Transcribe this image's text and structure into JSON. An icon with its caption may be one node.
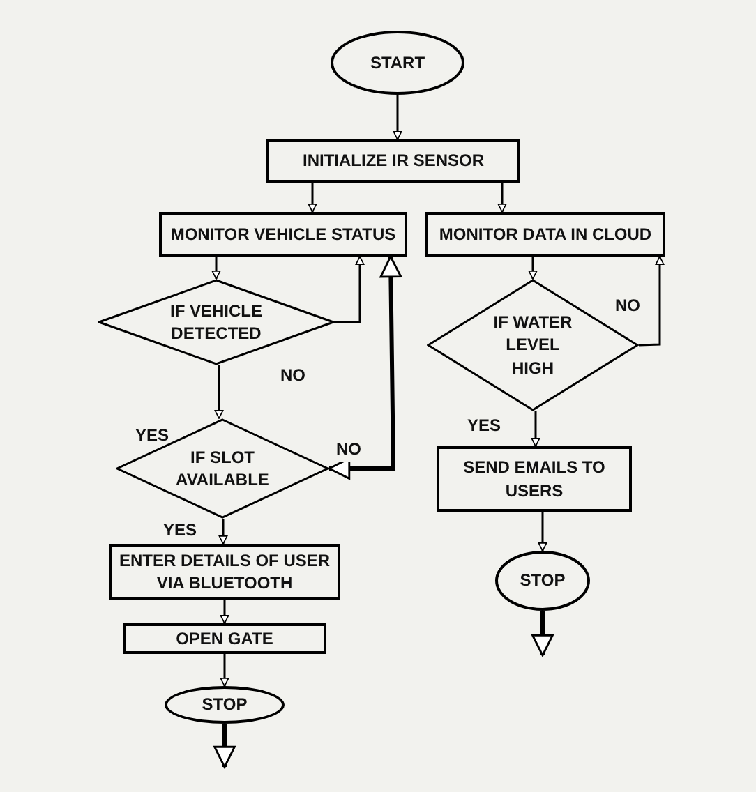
{
  "diagram": {
    "nodes": [
      {
        "text": [
          "START"
        ]
      },
      {
        "text": [
          "INITIALIZE IR SENSOR"
        ]
      },
      {
        "text": [
          "MONITOR VEHICLE STATUS"
        ]
      },
      {
        "text": [
          "MONITOR DATA IN CLOUD"
        ]
      },
      {
        "text": [
          "IF VEHICLE DETECTED"
        ]
      },
      {
        "text": [
          "IF SLOT AVAILABLE"
        ]
      },
      {
        "text": [
          "ENTER DETAILS OF USER VIA BLUETOOTH"
        ]
      },
      {
        "text": [
          "OPEN GATE"
        ]
      },
      {
        "text": [
          "STOP"
        ]
      },
      {
        "text": [
          "IF WATER LEVEL HIGH"
        ]
      },
      {
        "text": [
          "SEND EMAILS TO USERS"
        ]
      },
      {
        "text": [
          "STOP"
        ]
      }
    ],
    "edges": [
      {
        "from": 0,
        "to": 1,
        "arrow": "to"
      },
      {
        "from": 1,
        "to": 2,
        "arrow": "to"
      },
      {
        "from": 1,
        "to": 3,
        "arrow": "to"
      },
      {
        "from": 2,
        "to": 4,
        "arrow": "to"
      },
      {
        "from": 4,
        "to": 2,
        "arrow": "to",
        "label": "NO"
      },
      {
        "from": 4,
        "to": 5,
        "arrow": "to",
        "label": "YES"
      },
      {
        "from": 5,
        "to": 2,
        "arrow": "both",
        "label": "NO",
        "style": "thick"
      },
      {
        "from": 5,
        "to": 6,
        "arrow": "to",
        "label": "YES"
      },
      {
        "from": 6,
        "to": 7,
        "arrow": "to"
      },
      {
        "from": 7,
        "to": 8,
        "arrow": "to"
      },
      {
        "from": 8,
        "to": null,
        "arrow": "to",
        "style": "thick"
      },
      {
        "from": 3,
        "to": 9,
        "arrow": "to"
      },
      {
        "from": 9,
        "to": 3,
        "arrow": "to",
        "label": "NO"
      },
      {
        "from": 9,
        "to": 10,
        "arrow": "to",
        "label": "YES"
      },
      {
        "from": 10,
        "to": 11,
        "arrow": "to"
      },
      {
        "from": 11,
        "to": null,
        "arrow": "to",
        "style": "thick"
      }
    ]
  }
}
